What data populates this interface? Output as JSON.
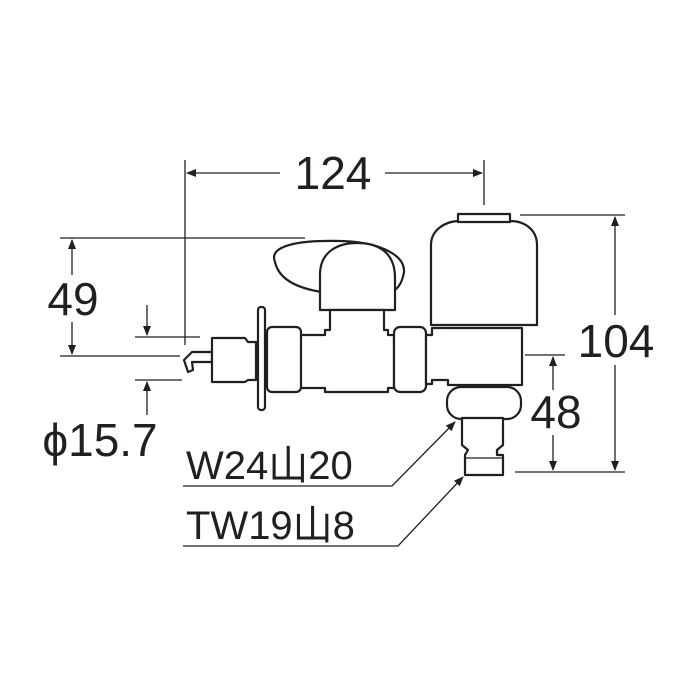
{
  "dimensions": {
    "width_total": "124",
    "height_total": "104",
    "handle_height": "49",
    "outlet_height": "48",
    "inlet_diameter": "ϕ15.7"
  },
  "callouts": {
    "outlet_thread": "W24山20",
    "hose_thread": "TW19山8"
  },
  "colors": {
    "line": "#231f20",
    "background": "#ffffff"
  }
}
